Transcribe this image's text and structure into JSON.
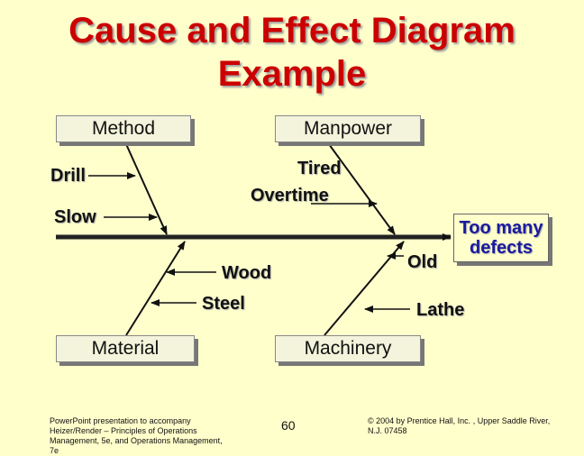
{
  "title_line1": "Cause and Effect Diagram",
  "title_line2": "Example",
  "categories": {
    "method": "Method",
    "manpower": "Manpower",
    "material": "Material",
    "machinery": "Machinery"
  },
  "causes": {
    "drill": "Drill",
    "slow": "Slow",
    "tired": "Tired",
    "overtime": "Overtime",
    "wood": "Wood",
    "steel": "Steel",
    "old": "Old",
    "lathe": "Lathe"
  },
  "effect": {
    "line1": "Too many",
    "line2": "defects"
  },
  "footer": {
    "left_line1": "PowerPoint presentation to accompany",
    "left_line2": "Heizer/Render – Principles of Operations",
    "left_line3": "Management, 5e, and Operations Management,",
    "left_line4": "7e",
    "page_number": "60",
    "right_line1": "© 2004 by Prentice Hall, Inc. ,  Upper Saddle River,",
    "right_line2": "N.J. 07458"
  },
  "colors": {
    "background": "#ffffcc",
    "title": "#cc0000",
    "effect_text": "#1a1aa0"
  }
}
